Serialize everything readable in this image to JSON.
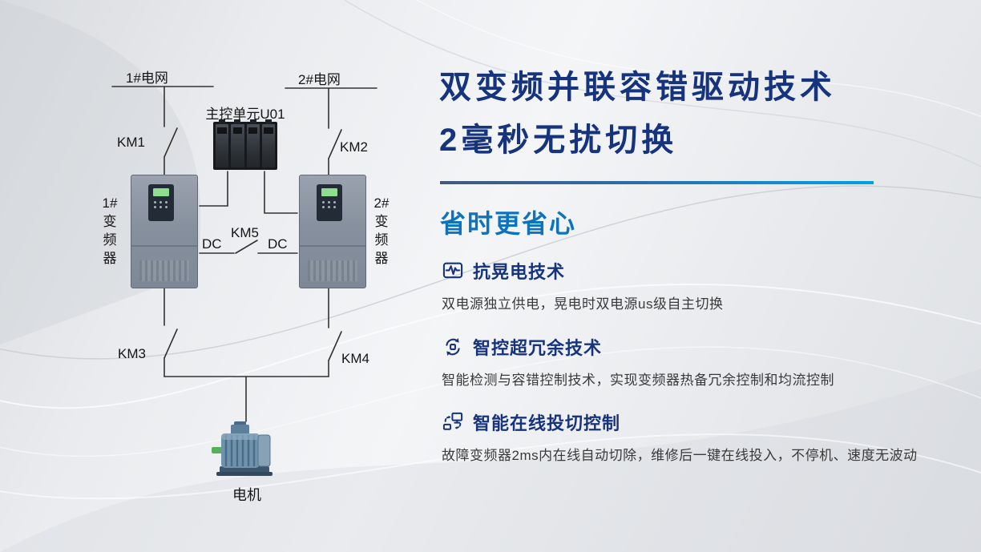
{
  "diagram": {
    "grid1": "1#电网",
    "grid2": "2#电网",
    "control_unit": "主控单元U01",
    "km1": "KM1",
    "km2": "KM2",
    "km3": "KM3",
    "km4": "KM4",
    "km5": "KM5",
    "dc_left": "DC",
    "dc_right": "DC",
    "vfd1": "1#变频器",
    "vfd2": "2#变频器",
    "motor": "电机"
  },
  "content": {
    "title_line1": "双变频并联容错驱动技术",
    "title_line2": "2毫秒无扰切换",
    "subtitle": "省时更省心",
    "features": [
      {
        "icon": "power-sag-icon",
        "title": "抗晃电技术",
        "desc": "双电源独立供电，晃电时双电源us级自主切换"
      },
      {
        "icon": "redundancy-icon",
        "title": "智控超冗余技术",
        "desc": "智能检测与容错控制技术，实现变频器热备冗余控制和均流控制"
      },
      {
        "icon": "online-switch-icon",
        "title": "智能在线投切控制",
        "desc": "故障变频器2ms内在线自动切除，维修后一键在线投入，不停机、速度无波动"
      }
    ]
  },
  "colors": {
    "title_blue": "#16337e",
    "subtitle_blue": "#0d73bd",
    "accent_gradient_start": "#44597a",
    "accent_gradient_end": "#00a2e4",
    "wire": "#333333",
    "background": "#e9ebee"
  }
}
